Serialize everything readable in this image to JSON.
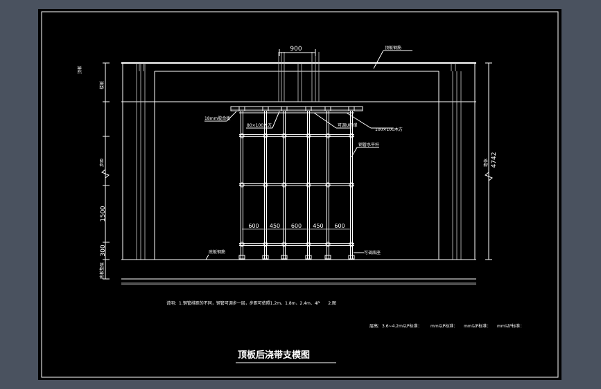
{
  "drawing": {
    "title": "顶板后浇带支模图",
    "dims": {
      "top_span": "900",
      "height_total": "4742",
      "h1500": "1500",
      "h300": "300",
      "spacings": [
        "600",
        "450",
        "600",
        "450",
        "600"
      ]
    },
    "labels": {
      "top_slab": "顶板钢筋",
      "left_top_a": "顶板",
      "left_top_b": "楼板",
      "plank": "18mm胶合板",
      "wood_100": "80×100木方",
      "jack_top": "可调U托撑",
      "wood_180": "100×100木方",
      "horizontal": "钢管水平杆",
      "left_mid": "步距",
      "right_mid": "墙体",
      "left_bot": "底板垫层",
      "bottom_slab": "底板钢筋",
      "jack_bottom": "可调底座"
    },
    "note": "说明：1.钢管排距的不同，钢管可调步一层，步距可依照1.2m、1.8m、2.4m、4P　　2.图",
    "legend": [
      "层高：3.6~4.2m以P标准：",
      "mm以P标准：",
      "mm以P标准：",
      "mm以P标准："
    ]
  },
  "colors": {
    "background": "#4a525f",
    "sheet": "#000000",
    "line": "#ffffff"
  }
}
